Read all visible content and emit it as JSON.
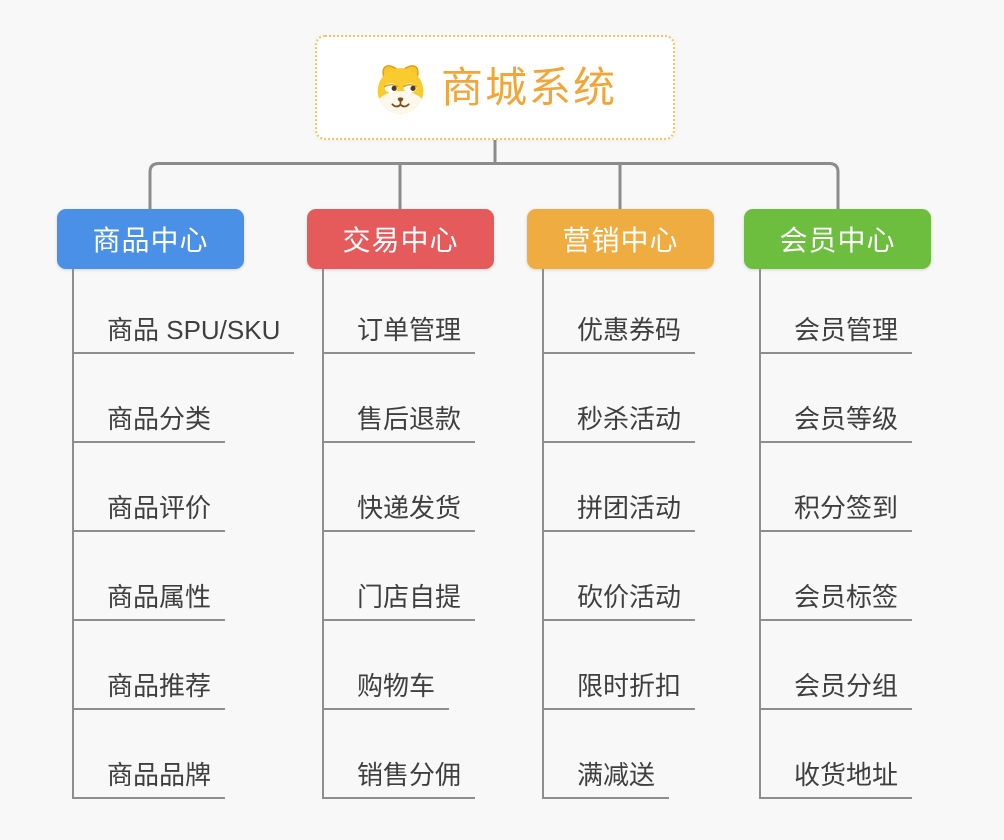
{
  "root": {
    "title": "商城系统",
    "icon": "dog-face-icon",
    "accent_color": "#F0A63A",
    "border_color": "#F2C267"
  },
  "connector_color": "#8C8C8C",
  "branches": [
    {
      "label": "商品中心",
      "color": "#4A90E7",
      "children": [
        "商品 SPU/SKU",
        "商品分类",
        "商品评价",
        "商品属性",
        "商品推荐",
        "商品品牌"
      ]
    },
    {
      "label": "交易中心",
      "color": "#E55B5B",
      "children": [
        "订单管理",
        "售后退款",
        "快递发货",
        "门店自提",
        "购物车",
        "销售分佣"
      ]
    },
    {
      "label": "营销中心",
      "color": "#EFAC41",
      "children": [
        "优惠券码",
        "秒杀活动",
        "拼团活动",
        "砍价活动",
        "限时折扣",
        "满减送"
      ]
    },
    {
      "label": "会员中心",
      "color": "#6DBE3F",
      "children": [
        "会员管理",
        "会员等级",
        "积分签到",
        "会员标签",
        "会员分组",
        "收货地址"
      ]
    }
  ]
}
